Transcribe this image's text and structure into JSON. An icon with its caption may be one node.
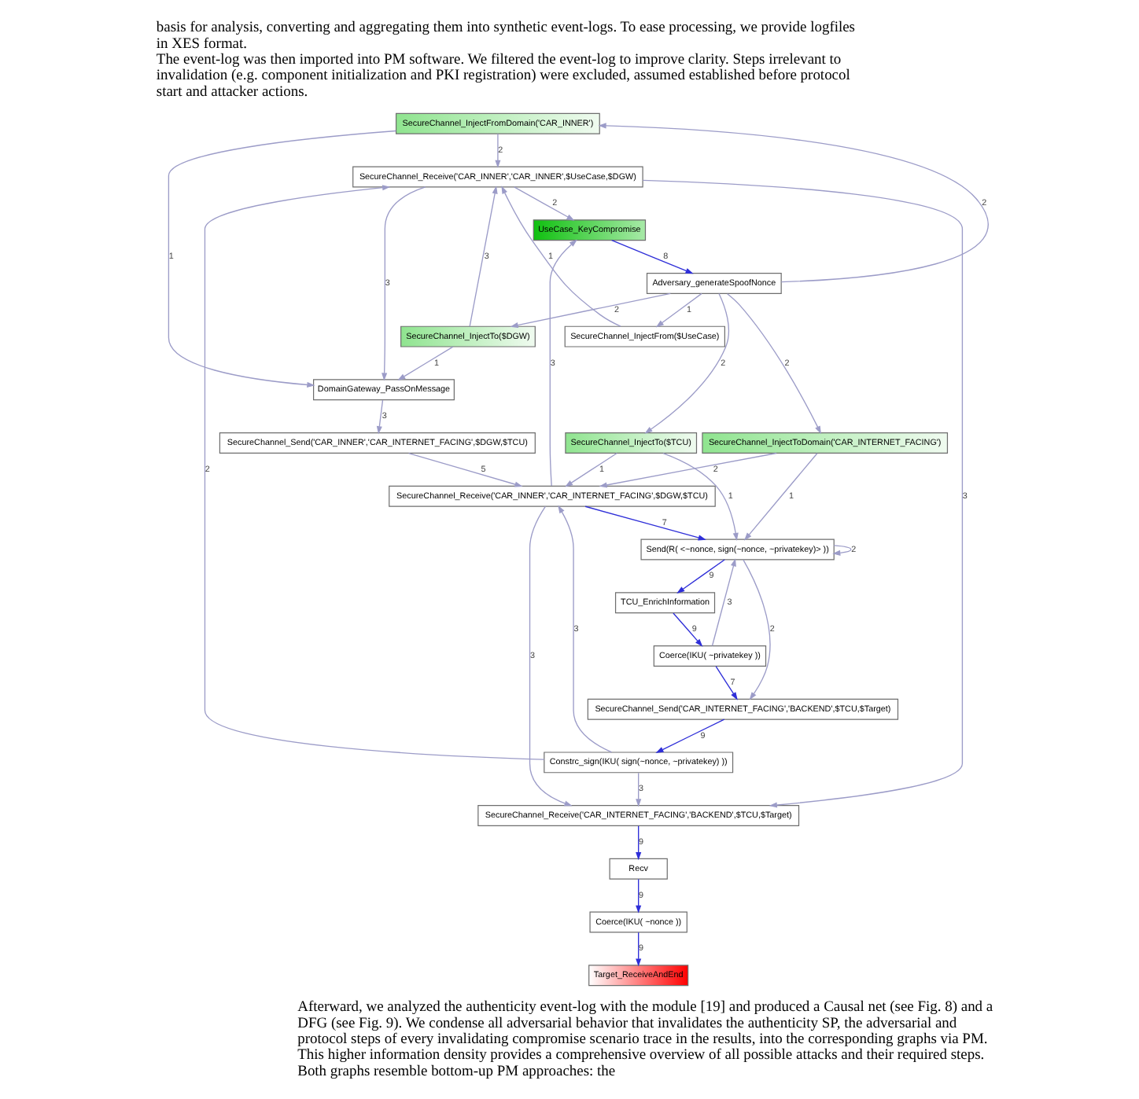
{
  "diagram": {
    "nodes": [
      {
        "text": [
          "SecureChannel_InjectFromDomain('CAR_INNER')"
        ]
      },
      {
        "text": [
          "SecureChannel_Receive('CAR_INNER','CAR_INNER',$UseCase,$DGW)"
        ]
      },
      {
        "text": [
          "UseCase_KeyCompromise"
        ]
      },
      {
        "text": [
          "Adversary_generateSpoofNonce"
        ]
      },
      {
        "text": [
          "SecureChannel_InjectTo($DGW)"
        ]
      },
      {
        "text": [
          "SecureChannel_InjectFrom($UseCase)"
        ]
      },
      {
        "text": [
          "DomainGateway_PassOnMessage"
        ]
      },
      {
        "text": [
          "SecureChannel_Send('CAR_INNER','CAR_INTERNET_FACING',$DGW,$TCU)"
        ]
      },
      {
        "text": [
          "SecureChannel_InjectToDomain('CAR_INTERNET_FACING')"
        ]
      },
      {
        "text": [
          "SecureChannel_InjectTo($TCU)"
        ]
      },
      {
        "text": [
          "SecureChannel_Receive('CAR_INNER','CAR_INTERNET_FACING',$DGW,$TCU)"
        ]
      },
      {
        "text": [
          "Send(R( <~nonce, sign(~nonce, ~privatekey)> ))"
        ]
      },
      {
        "text": [
          "TCU_EnrichInformation"
        ]
      },
      {
        "text": [
          "Coerce(IKU( ~privatekey ))"
        ]
      },
      {
        "text": [
          "SecureChannel_Send('CAR_INTERNET_FACING','BACKEND',$TCU,$Target)"
        ]
      },
      {
        "text": [
          "Constrc_sign(IKU( sign(~nonce, ~privatekey) ))"
        ]
      },
      {
        "text": [
          "SecureChannel_Receive('CAR_INTERNET_FACING','BACKEND',$TCU,$Target)"
        ]
      },
      {
        "text": [
          "Recv"
        ]
      },
      {
        "text": [
          "Coerce(IKU( ~nonce ))"
        ]
      },
      {
        "text": [
          "Target_ReceiveAndEnd"
        ]
      }
    ],
    "edges": [
      {
        "from": 0,
        "to": 1,
        "arrow": "to",
        "label": "2"
      },
      {
        "from": 0,
        "to": 6,
        "arrow": "to",
        "label": "1"
      },
      {
        "from": 3,
        "to": 0,
        "arrow": "to",
        "label": "2"
      },
      {
        "from": 1,
        "to": 2,
        "arrow": "to",
        "label": "2"
      },
      {
        "from": 4,
        "to": 1,
        "arrow": "to",
        "label": "3"
      },
      {
        "from": 1,
        "to": 6,
        "arrow": "to",
        "label": "3"
      },
      {
        "from": 5,
        "to": 1,
        "arrow": "to",
        "label": "1"
      },
      {
        "from": 10,
        "to": 2,
        "arrow": "to",
        "label": "3"
      },
      {
        "from": 2,
        "to": 3,
        "arrow": "to",
        "label": "8",
        "color": "#2f2fd8"
      },
      {
        "from": 3,
        "to": 4,
        "arrow": "to",
        "label": "2"
      },
      {
        "from": 3,
        "to": 5,
        "arrow": "to",
        "label": "1"
      },
      {
        "from": 3,
        "to": 8,
        "arrow": "to",
        "label": "2"
      },
      {
        "from": 3,
        "to": 9,
        "arrow": "to",
        "label": "2"
      },
      {
        "from": 4,
        "to": 6,
        "arrow": "to",
        "label": "1"
      },
      {
        "from": 6,
        "to": 7,
        "arrow": "to",
        "label": "3"
      },
      {
        "from": 7,
        "to": 10,
        "arrow": "to",
        "label": "5"
      },
      {
        "from": 8,
        "to": 10,
        "arrow": "to",
        "label": "2"
      },
      {
        "from": 9,
        "to": 10,
        "arrow": "to",
        "label": "1"
      },
      {
        "from": 8,
        "to": 11,
        "arrow": "to",
        "label": "1"
      },
      {
        "from": 9,
        "to": 11,
        "arrow": "to",
        "label": "1"
      },
      {
        "from": 10,
        "to": 11,
        "arrow": "to",
        "label": "7",
        "color": "#2f2fd8"
      },
      {
        "from": 11,
        "to": 11,
        "arrow": "to",
        "label": "2"
      },
      {
        "from": 11,
        "to": 12,
        "arrow": "to",
        "label": "9",
        "color": "#2f2fd8"
      },
      {
        "from": 12,
        "to": 13,
        "arrow": "to",
        "label": "9",
        "color": "#2f2fd8"
      },
      {
        "from": 13,
        "to": 11,
        "arrow": "to",
        "label": "3"
      },
      {
        "from": 13,
        "to": 14,
        "arrow": "to",
        "label": "7",
        "color": "#2f2fd8"
      },
      {
        "from": 11,
        "to": 14,
        "arrow": "to",
        "label": "2"
      },
      {
        "from": 14,
        "to": 15,
        "arrow": "to",
        "label": "9",
        "color": "#2f2fd8"
      },
      {
        "from": 15,
        "to": 10,
        "arrow": "to",
        "label": "3"
      },
      {
        "from": 15,
        "to": 1,
        "arrow": "to",
        "label": "2"
      },
      {
        "from": 15,
        "to": 16,
        "arrow": "to",
        "label": "3"
      },
      {
        "from": 10,
        "to": 16,
        "arrow": "to",
        "label": "3"
      },
      {
        "from": 1,
        "to": 16,
        "arrow": "to",
        "label": "3"
      },
      {
        "from": 16,
        "to": 17,
        "arrow": "to",
        "label": "9",
        "color": "#2f2fd8"
      },
      {
        "from": 17,
        "to": 18,
        "arrow": "to",
        "label": "9",
        "color": "#2f2fd8"
      },
      {
        "from": 18,
        "to": 19,
        "arrow": "to",
        "label": "9",
        "color": "#2f2fd8"
      }
    ],
    "labels": [
      "basis for analysis, converting and aggregating them into synthetic event-logs. To ease processing, we provide logfiles in XES format.",
      "The event-log was then imported into PM software. We filtered the event-log to improve clarity. Steps irrelevant to invalidation (e.g. component initialization and PKI registration) were excluded, assumed established before protocol start and attacker actions.",
      "Afterward, we analyzed the authenticity event-log with the module [19] and produced a Causal net (see Fig. 8) and a DFG (see Fig. 9). We condense all adversarial behavior that invalidates the authenticity SP, the adversarial and protocol steps of every invalidating compromise scenario trace in the results, into the corresponding graphs via PM. This higher information density provides a comprehensive overview of all possible attacks and their required steps. Both graphs resemble bottom-up PM approaches: the"
    ]
  }
}
